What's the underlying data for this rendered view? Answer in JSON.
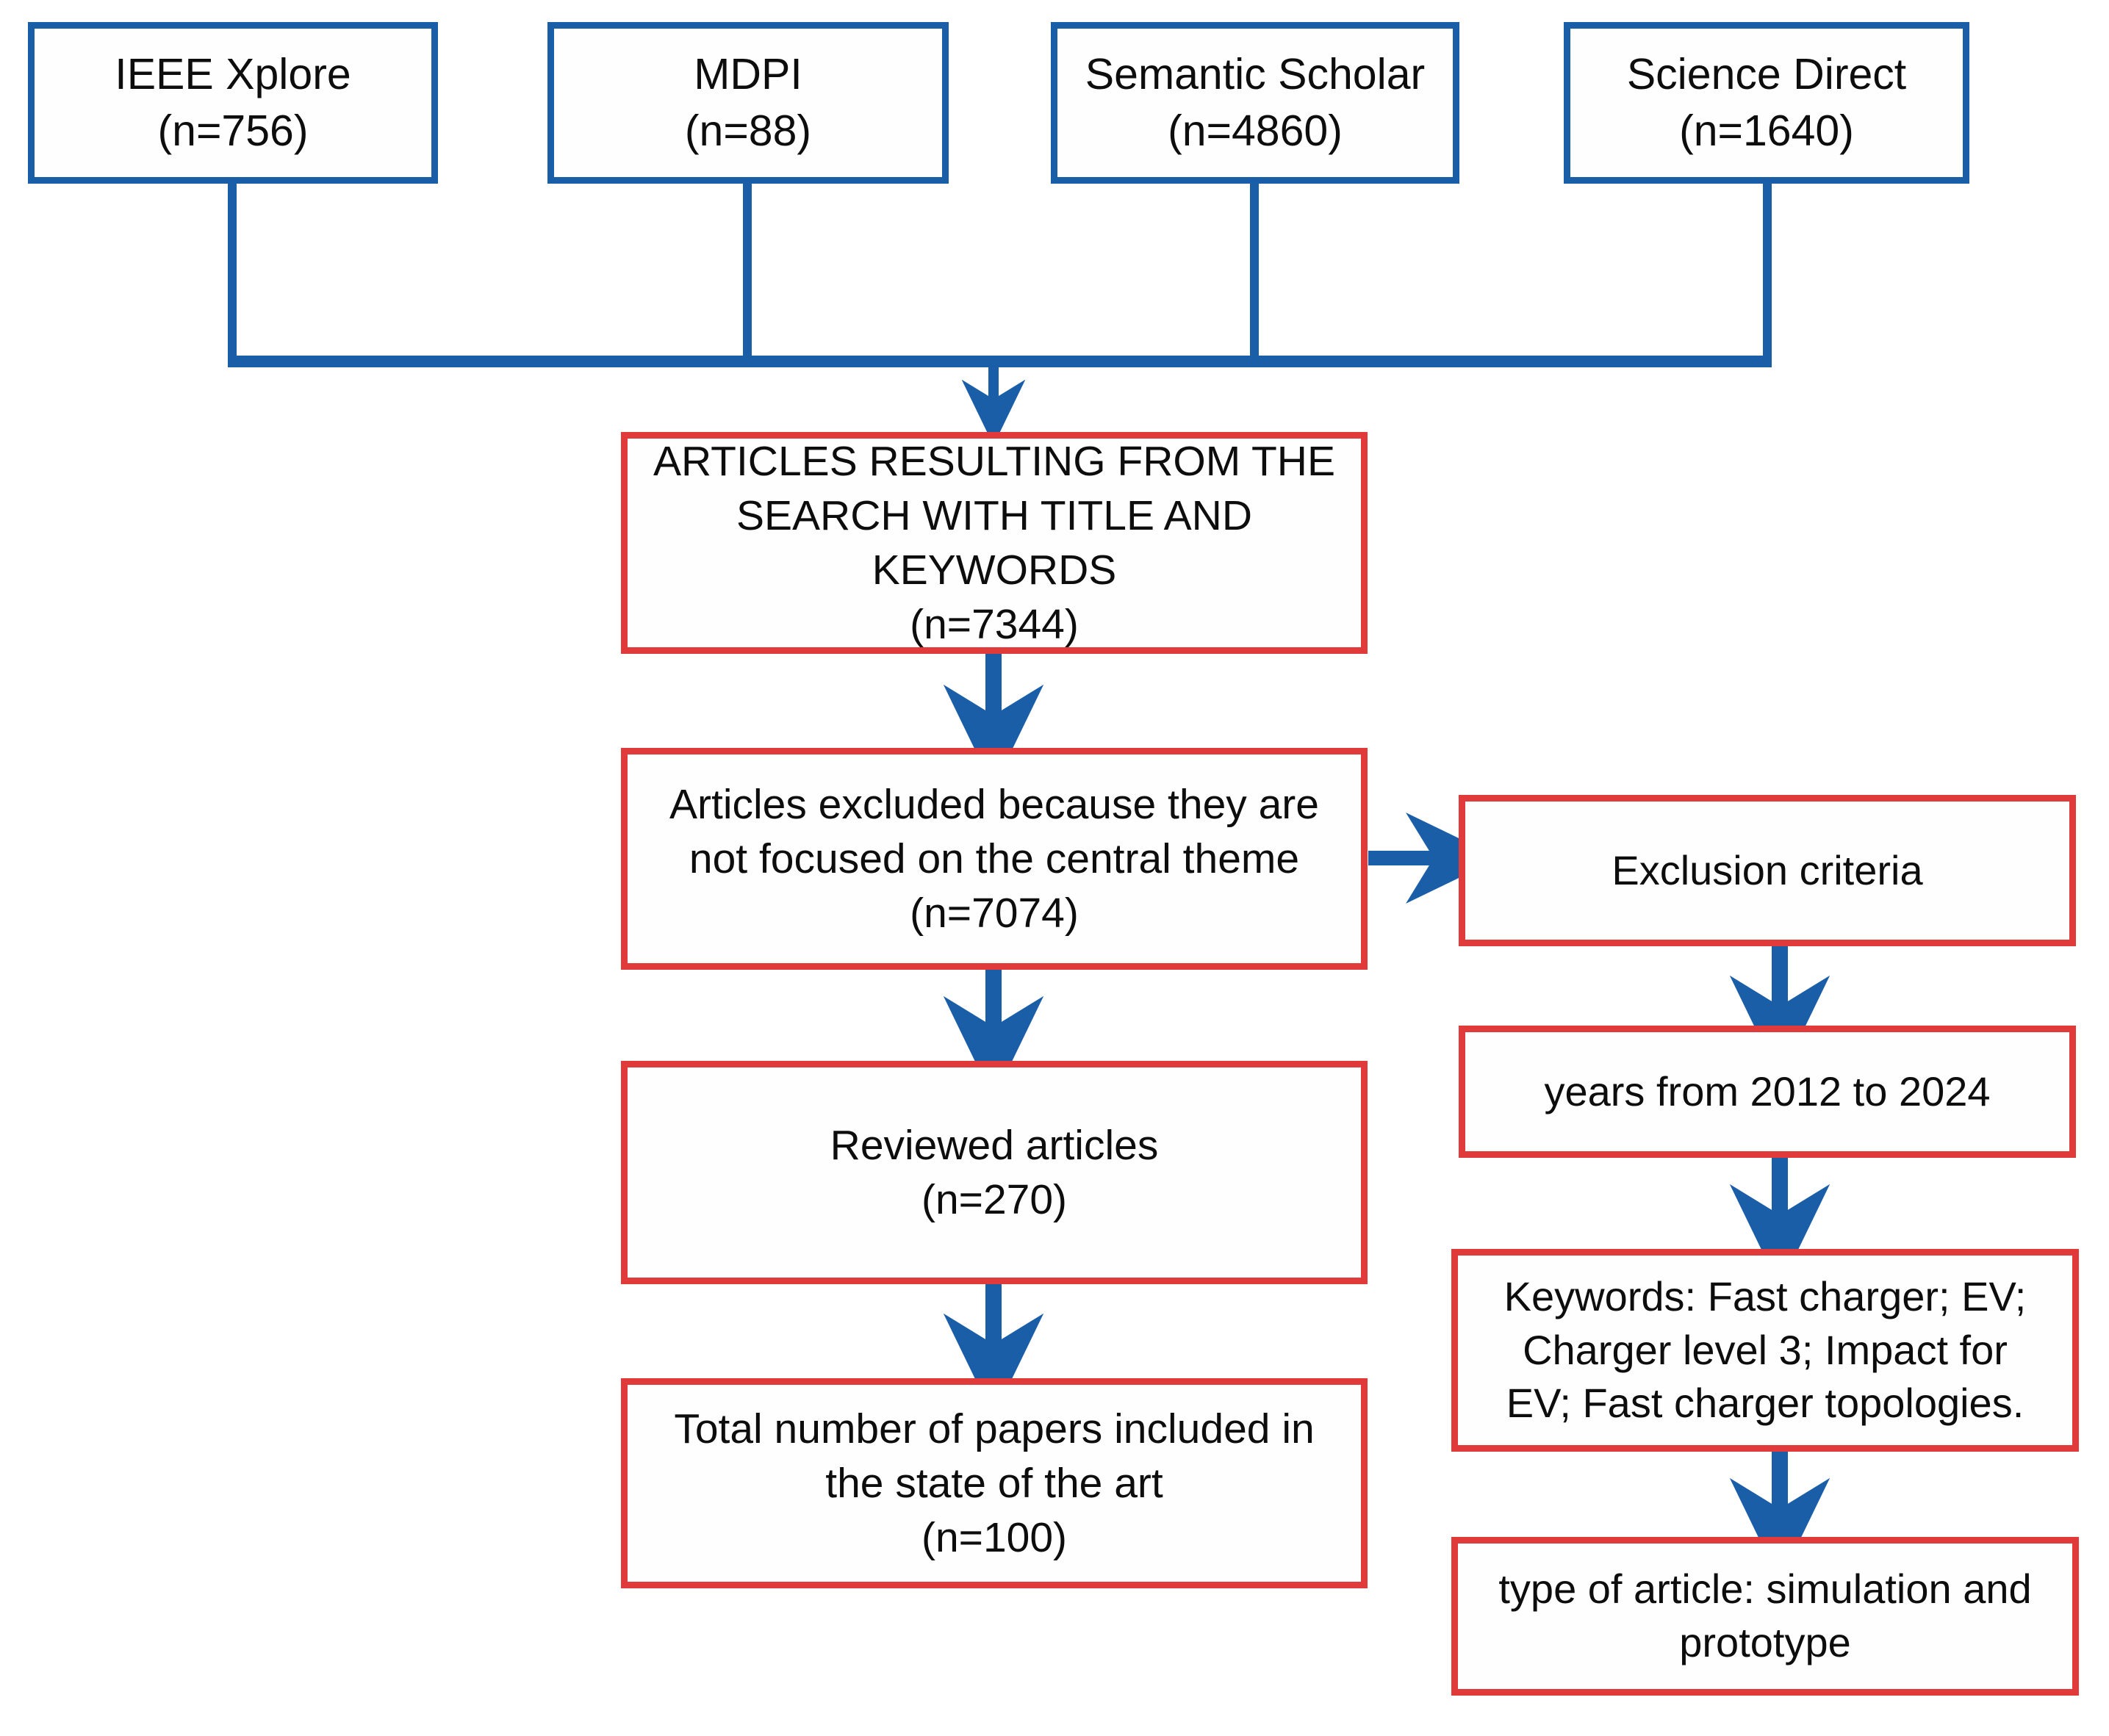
{
  "diagram": {
    "title": "PRISMA article selection flow diagram",
    "colors": {
      "source_border": "#1b5ea8",
      "stage_border": "#e03a3a",
      "connector": "#1b5ea8",
      "background": "#ffffff",
      "text": "#0d0d0d"
    }
  },
  "sources": [
    {
      "name": "IEEE Xplore",
      "count_label": "(n=756)",
      "count": 756,
      "text": "IEEE Xplore\n(n=756)"
    },
    {
      "name": "MDPI",
      "count_label": "(n=88)",
      "count": 88,
      "text": "MDPI\n(n=88)"
    },
    {
      "name": "Semantic Scholar",
      "count_label": "(n=4860)",
      "count": 4860,
      "text": "Semantic Scholar\n(n=4860)"
    },
    {
      "name": "Science Direct",
      "count_label": "(n=1640)",
      "count": 1640,
      "text": "Science Direct\n(n=1640)"
    }
  ],
  "main_flow": [
    {
      "id": "search-results",
      "text": "ARTICLES RESULTING FROM THE\nSEARCH WITH TITLE AND KEYWORDS\n(n=7344)",
      "count_label": "(n=7344)",
      "count": 7344
    },
    {
      "id": "excluded",
      "text": "Articles excluded because they are\nnot focused on the central theme\n(n=7074)",
      "count_label": "(n=7074)",
      "count": 7074
    },
    {
      "id": "reviewed",
      "text": "Reviewed articles\n(n=270)",
      "count_label": "(n=270)",
      "count": 270
    },
    {
      "id": "included",
      "text": "Total number of papers included in\nthe state of the art\n(n=100)",
      "count_label": "(n=100)",
      "count": 100
    }
  ],
  "criteria_flow": [
    {
      "id": "exclusion-criteria",
      "text": "Exclusion criteria"
    },
    {
      "id": "years",
      "text": "years from 2012 to 2024"
    },
    {
      "id": "keywords",
      "text": "Keywords: Fast charger; EV;\nCharger level 3; Impact for\nEV; Fast charger topologies."
    },
    {
      "id": "article-type",
      "text": "type of article: simulation and\nprototype"
    }
  ]
}
